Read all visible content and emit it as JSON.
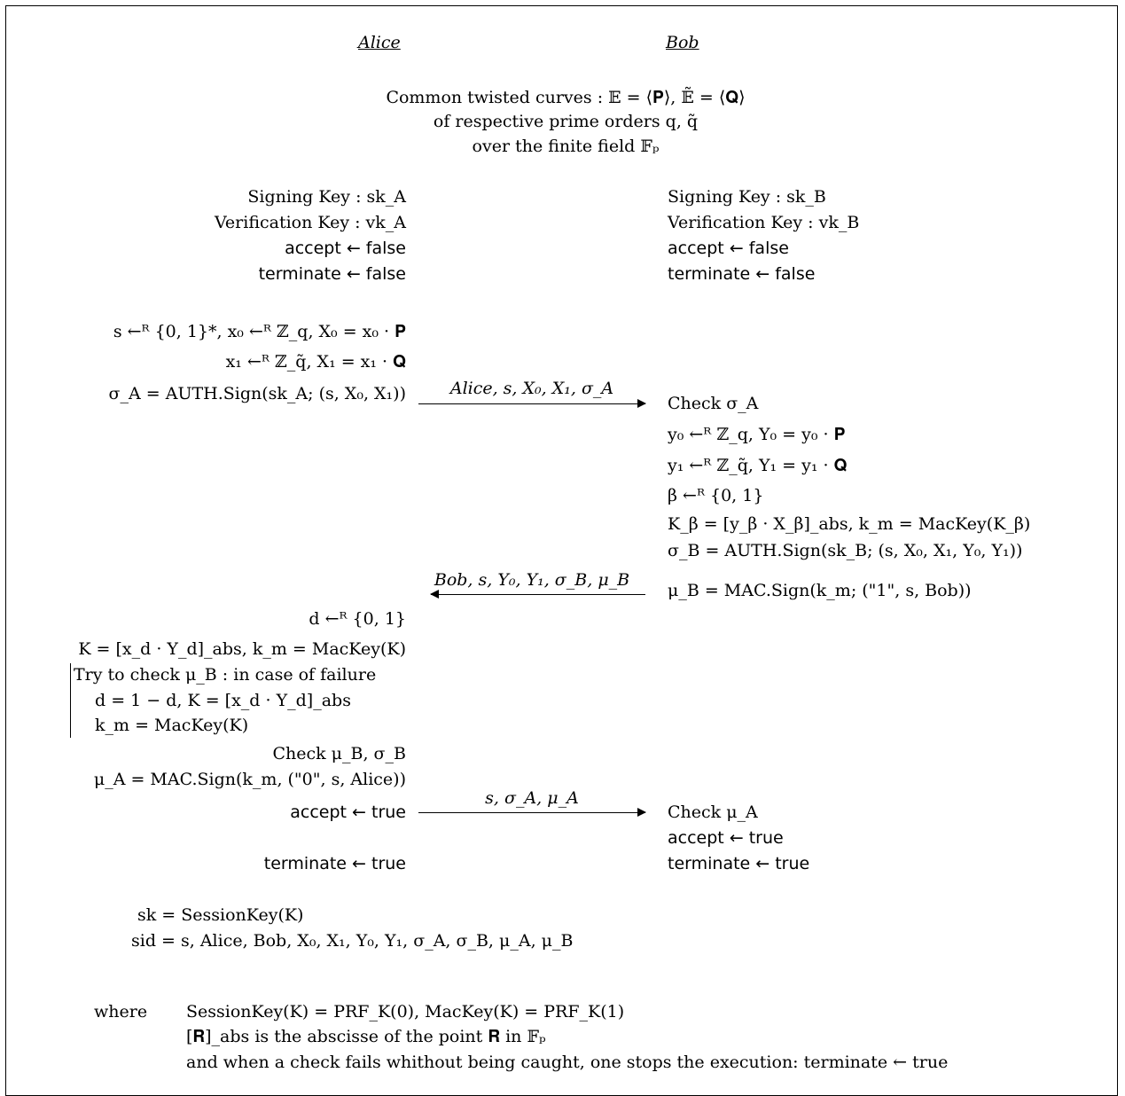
{
  "header": {
    "alice": "Alice",
    "bob": "Bob"
  },
  "common": {
    "line1": "Common twisted curves : 𝔼 = ⟨𝐏⟩, 𝔼̃ = ⟨𝐐⟩",
    "line2": "of respective prime orders q, q̃",
    "line3": "over the finite field 𝔽ₚ"
  },
  "alice_init": [
    "Signing Key : sk_A",
    "Verification Key : vk_A",
    "accept ← false",
    "terminate ← false"
  ],
  "bob_init": [
    "Signing Key : sk_B",
    "Verification Key : vk_B",
    "accept ← false",
    "terminate ← false"
  ],
  "alice_step1": [
    "s ←ᴿ {0, 1}*, x₀ ←ᴿ ℤ_q, X₀ = x₀ · 𝐏",
    "x₁ ←ᴿ ℤ_q̃, X₁ = x₁ · 𝐐",
    "σ_A = AUTH.Sign(sk_A; (s, X₀, X₁))"
  ],
  "msg1": "Alice, s, X₀, X₁, σ_A",
  "bob_step1": [
    "Check σ_A",
    "y₀ ←ᴿ ℤ_q, Y₀ = y₀ · 𝐏",
    "y₁ ←ᴿ ℤ_q̃, Y₁ = y₁ · 𝐐",
    "β ←ᴿ {0, 1}",
    "K_β = [y_β · X_β]_abs, k_m = MacKey(K_β)",
    "σ_B = AUTH.Sign(sk_B; (s, X₀, X₁, Y₀, Y₁))",
    "μ_B = MAC.Sign(k_m; (\"1\", s, Bob))"
  ],
  "msg2": "Bob, s, Y₀, Y₁, σ_B, μ_B",
  "alice_step2": [
    "d ←ᴿ {0, 1}",
    "K = [x_d · Y_d]_abs, k_m = MacKey(K)",
    "Try to check μ_B : in case of failure",
    "d = 1 − d, K = [x_d · Y_d]_abs",
    "k_m = MacKey(K)",
    "Check μ_B, σ_B",
    "μ_A = MAC.Sign(k_m, (\"0\", s, Alice))",
    "accept ← true",
    "terminate ← true"
  ],
  "msg3": "s, σ_A, μ_A",
  "bob_step2": [
    "Check μ_A",
    "accept ← true",
    "terminate ← true"
  ],
  "session": [
    "sk = SessionKey(K)",
    "sid = s, Alice, Bob, X₀, X₁, Y₀, Y₁, σ_A, σ_B, μ_A, μ_B"
  ],
  "where": {
    "label": "where",
    "lines": [
      "SessionKey(K) = PRF_K(0), MacKey(K) = PRF_K(1)",
      "[𝐑]_abs is the abscisse of the point 𝐑 in 𝔽ₚ",
      "and when a check fails whithout being caught, one stops the execution: terminate ← true"
    ]
  }
}
